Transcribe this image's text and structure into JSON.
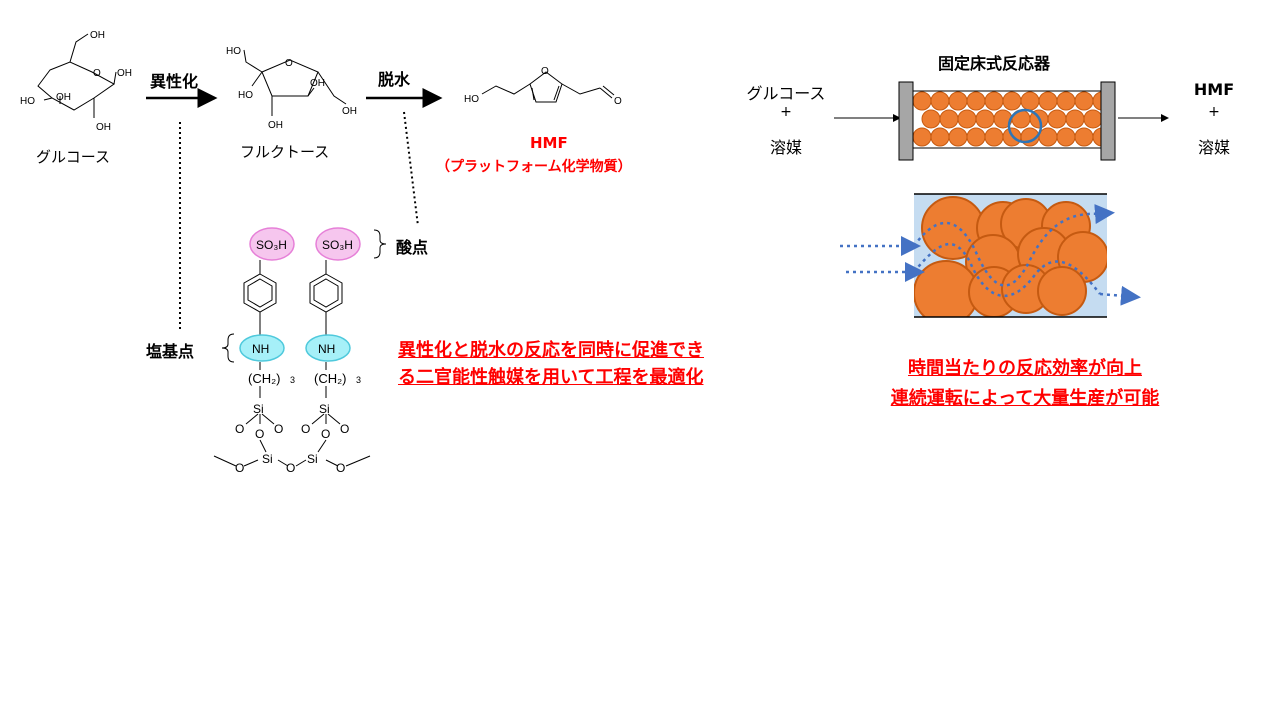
{
  "reaction": {
    "glucose_label": "グルコース",
    "isomerization_label": "異性化",
    "fructose_label": "フルクトース",
    "dehydration_label": "脱水",
    "hmf_label": "HMF",
    "hmf_sub_label": "（プラットフォーム化学物質）",
    "oh": "OH",
    "o": "O",
    "ho": "HO"
  },
  "catalyst": {
    "so3h_label": "SO₃H",
    "acid_site_label": "酸点",
    "base_site_label": "塩基点",
    "nh_label": "NH",
    "ch2_label": "(CH₂)",
    "ch2_sub": "3",
    "si_label": "Si",
    "o_label": "O",
    "highlight_line1": "異性化と脱水の反応を同時に促進でき",
    "highlight_line2": "る二官能性触媒を用いて工程を最適化"
  },
  "reactor": {
    "title": "固定床式反応器",
    "input_line1": "グルコース",
    "plus": "+",
    "input_line2": "溶媒",
    "output_line1": "HMF",
    "output_line2": "溶媒",
    "benefit_line1": "時間当たりの反応効率が向上",
    "benefit_line2": "連続運転によって大量生産が可能"
  },
  "colors": {
    "accent_red": "#ff0000",
    "bead_orange": "#ed7d31",
    "bead_border": "#c55a11",
    "so3h_pink": "#f6c6ee",
    "so3h_border": "#e680d8",
    "nh_cyan": "#a6f0f8",
    "nh_border": "#4fc9dc",
    "flow_blue": "#4472c4",
    "zoom_bg": "#c5dcf1",
    "endcap_gray": "#a6a6a6"
  }
}
